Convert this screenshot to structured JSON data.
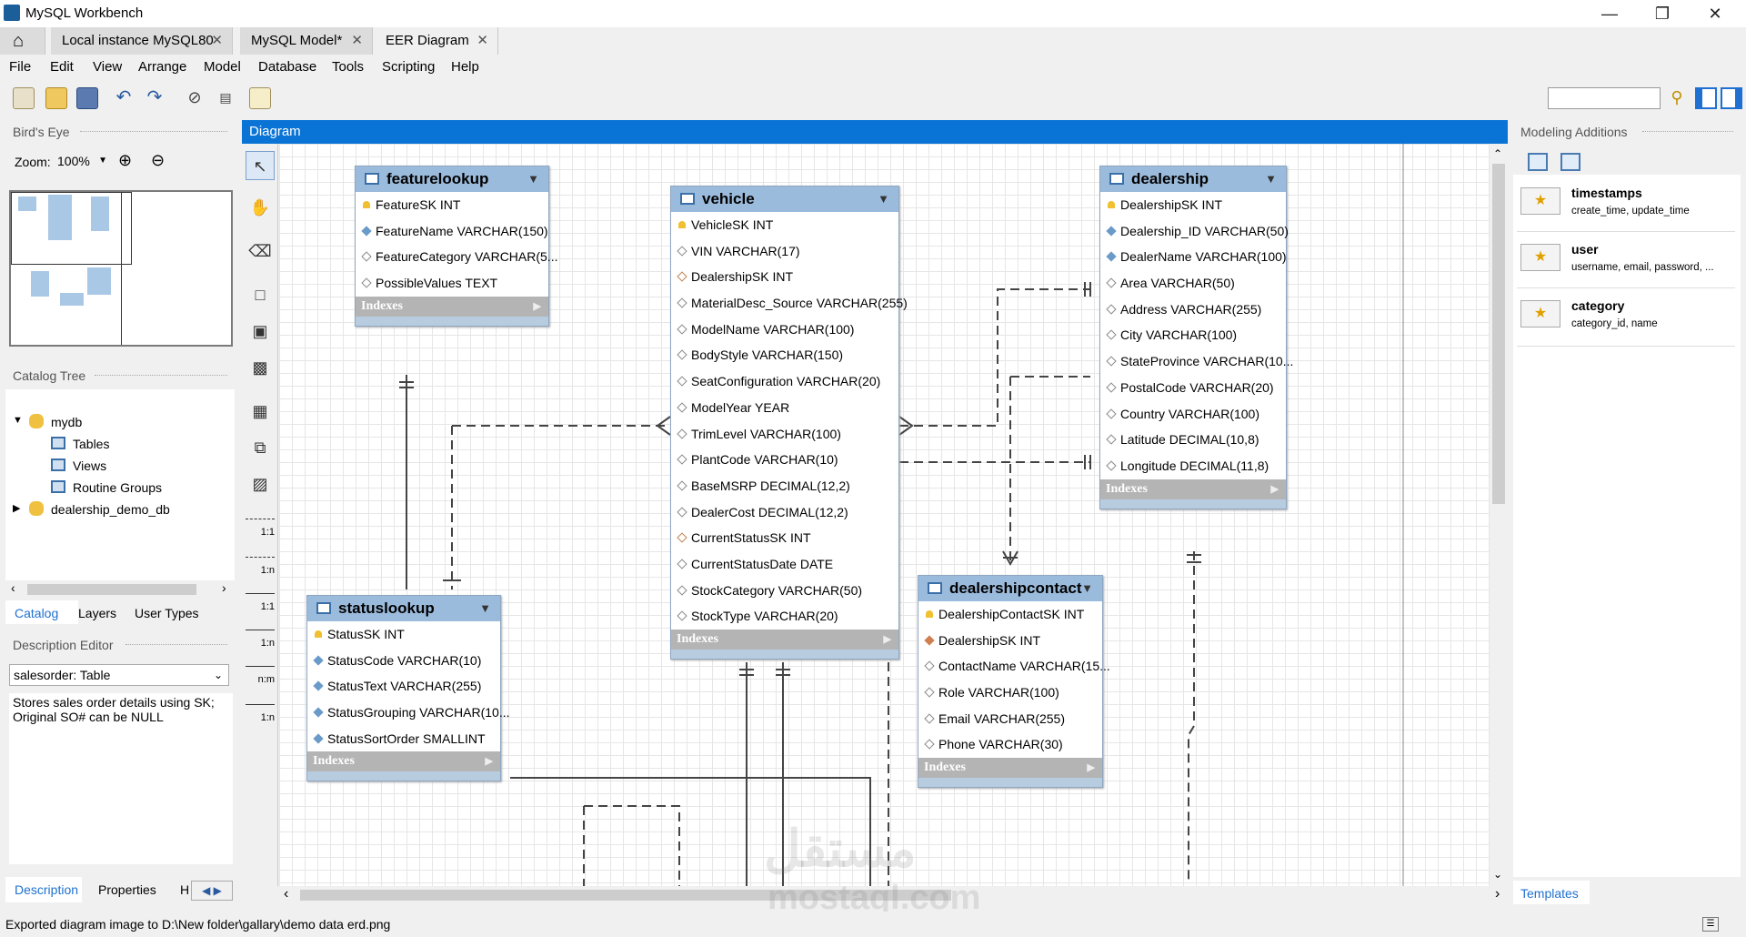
{
  "app": {
    "title": "MySQL Workbench"
  },
  "tabs": [
    {
      "label": "Local instance MySQL80"
    },
    {
      "label": "MySQL Model*"
    },
    {
      "label": "EER Diagram"
    }
  ],
  "menu": [
    "File",
    "Edit",
    "View",
    "Arrange",
    "Model",
    "Database",
    "Tools",
    "Scripting",
    "Help"
  ],
  "left_panel": {
    "birds_eye_title": "Bird's Eye",
    "zoom_label": "Zoom:",
    "zoom_value": "100%",
    "catalog_tree_title": "Catalog Tree",
    "tree": {
      "db1": "mydb",
      "tables": "Tables",
      "views": "Views",
      "routine_groups": "Routine Groups",
      "db2": "dealership_demo_db"
    },
    "tabs": [
      "Catalog",
      "Layers",
      "User Types"
    ],
    "description_editor_title": "Description Editor",
    "selected_object": "salesorder: Table",
    "description_text": "Stores sales order details using SK; Original SO# can be NULL",
    "bottom_tabs": [
      "Description",
      "Properties",
      "H"
    ]
  },
  "diagram": {
    "title": "Diagram",
    "indexes_label": "Indexes",
    "tables": {
      "featurelookup": {
        "name": "featurelookup",
        "columns": [
          "FeatureSK INT",
          "FeatureName VARCHAR(150)",
          "FeatureCategory VARCHAR(5...",
          "PossibleValues TEXT"
        ]
      },
      "vehicle": {
        "name": "vehicle",
        "columns": [
          "VehicleSK INT",
          "VIN VARCHAR(17)",
          "DealershipSK INT",
          "MaterialDesc_Source VARCHAR(255)",
          "ModelName VARCHAR(100)",
          "BodyStyle VARCHAR(150)",
          "SeatConfiguration VARCHAR(20)",
          "ModelYear YEAR",
          "TrimLevel VARCHAR(100)",
          "PlantCode VARCHAR(10)",
          "BaseMSRP DECIMAL(12,2)",
          "DealerCost DECIMAL(12,2)",
          "CurrentStatusSK INT",
          "CurrentStatusDate DATE",
          "StockCategory VARCHAR(50)",
          "StockType VARCHAR(20)"
        ]
      },
      "dealership": {
        "name": "dealership",
        "columns": [
          "DealershipSK INT",
          "Dealership_ID VARCHAR(50)",
          "DealerName VARCHAR(100)",
          "Area VARCHAR(50)",
          "Address VARCHAR(255)",
          "City VARCHAR(100)",
          "StateProvince VARCHAR(10...",
          "PostalCode VARCHAR(20)",
          "Country VARCHAR(100)",
          "Latitude DECIMAL(10,8)",
          "Longitude DECIMAL(11,8)"
        ]
      },
      "statuslookup": {
        "name": "statuslookup",
        "columns": [
          "StatusSK INT",
          "StatusCode VARCHAR(10)",
          "StatusText VARCHAR(255)",
          "StatusGrouping VARCHAR(10...",
          "StatusSortOrder SMALLINT"
        ]
      },
      "dealershipcontact": {
        "name": "dealershipcontact",
        "columns": [
          "DealershipContactSK INT",
          "DealershipSK INT",
          "ContactName VARCHAR(15...",
          "Role VARCHAR(100)",
          "Email VARCHAR(255)",
          "Phone VARCHAR(30)"
        ]
      }
    },
    "palette_labels": [
      "1:1",
      "1:n",
      "1:1",
      "1:n",
      "n:m",
      "1:n"
    ]
  },
  "right_panel": {
    "title": "Modeling Additions",
    "templates": [
      {
        "name": "timestamps",
        "desc": "create_time, update_time"
      },
      {
        "name": "user",
        "desc": "username, email, password, ..."
      },
      {
        "name": "category",
        "desc": "category_id, name"
      }
    ],
    "bottom_tab": "Templates"
  },
  "statusbar": {
    "text": "Exported diagram image to D:\\New folder\\gallary\\demo data erd.png"
  },
  "watermark": {
    "line1": "مستقل",
    "line2": "mostaql.com"
  }
}
